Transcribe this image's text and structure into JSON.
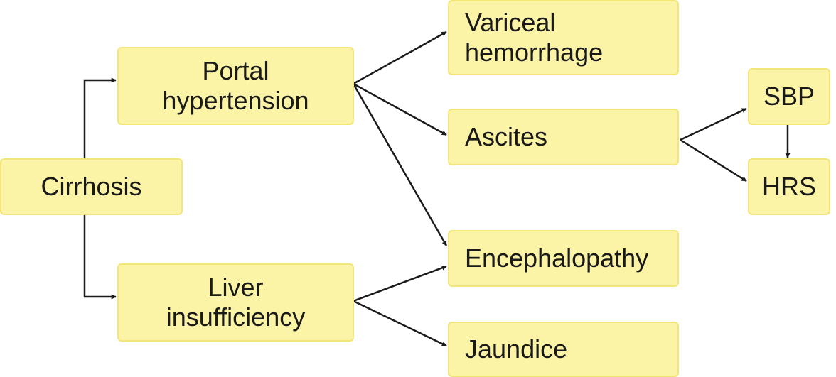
{
  "nodes": {
    "cirrhosis": {
      "lines": [
        "Cirrhosis"
      ]
    },
    "portal_hypertension": {
      "lines": [
        "Portal",
        "hypertension"
      ]
    },
    "liver_insufficiency": {
      "lines": [
        "Liver",
        "insufficiency"
      ]
    },
    "variceal_hemorrhage": {
      "lines": [
        "Variceal",
        "hemorrhage"
      ]
    },
    "ascites": {
      "lines": [
        "Ascites"
      ]
    },
    "encephalopathy": {
      "lines": [
        "Encephalopathy"
      ]
    },
    "jaundice": {
      "lines": [
        "Jaundice"
      ]
    },
    "sbp": {
      "lines": [
        "SBP"
      ]
    },
    "hrs": {
      "lines": [
        "HRS"
      ]
    }
  },
  "edges": [
    {
      "from": "cirrhosis",
      "to": "portal_hypertension",
      "style": "elbow"
    },
    {
      "from": "cirrhosis",
      "to": "liver_insufficiency",
      "style": "elbow"
    },
    {
      "from": "portal_hypertension",
      "to": "variceal_hemorrhage",
      "style": "straight"
    },
    {
      "from": "portal_hypertension",
      "to": "ascites",
      "style": "straight"
    },
    {
      "from": "portal_hypertension",
      "to": "encephalopathy",
      "style": "straight"
    },
    {
      "from": "liver_insufficiency",
      "to": "encephalopathy",
      "style": "straight"
    },
    {
      "from": "liver_insufficiency",
      "to": "jaundice",
      "style": "straight"
    },
    {
      "from": "ascites",
      "to": "sbp",
      "style": "straight"
    },
    {
      "from": "ascites",
      "to": "hrs",
      "style": "straight"
    },
    {
      "from": "sbp",
      "to": "hrs",
      "style": "vertical"
    }
  ],
  "colors": {
    "node_fill": "#fbf3a5",
    "node_border": "#f2e57a",
    "arrow": "#1a1a1a",
    "text": "#1a1a1a"
  }
}
